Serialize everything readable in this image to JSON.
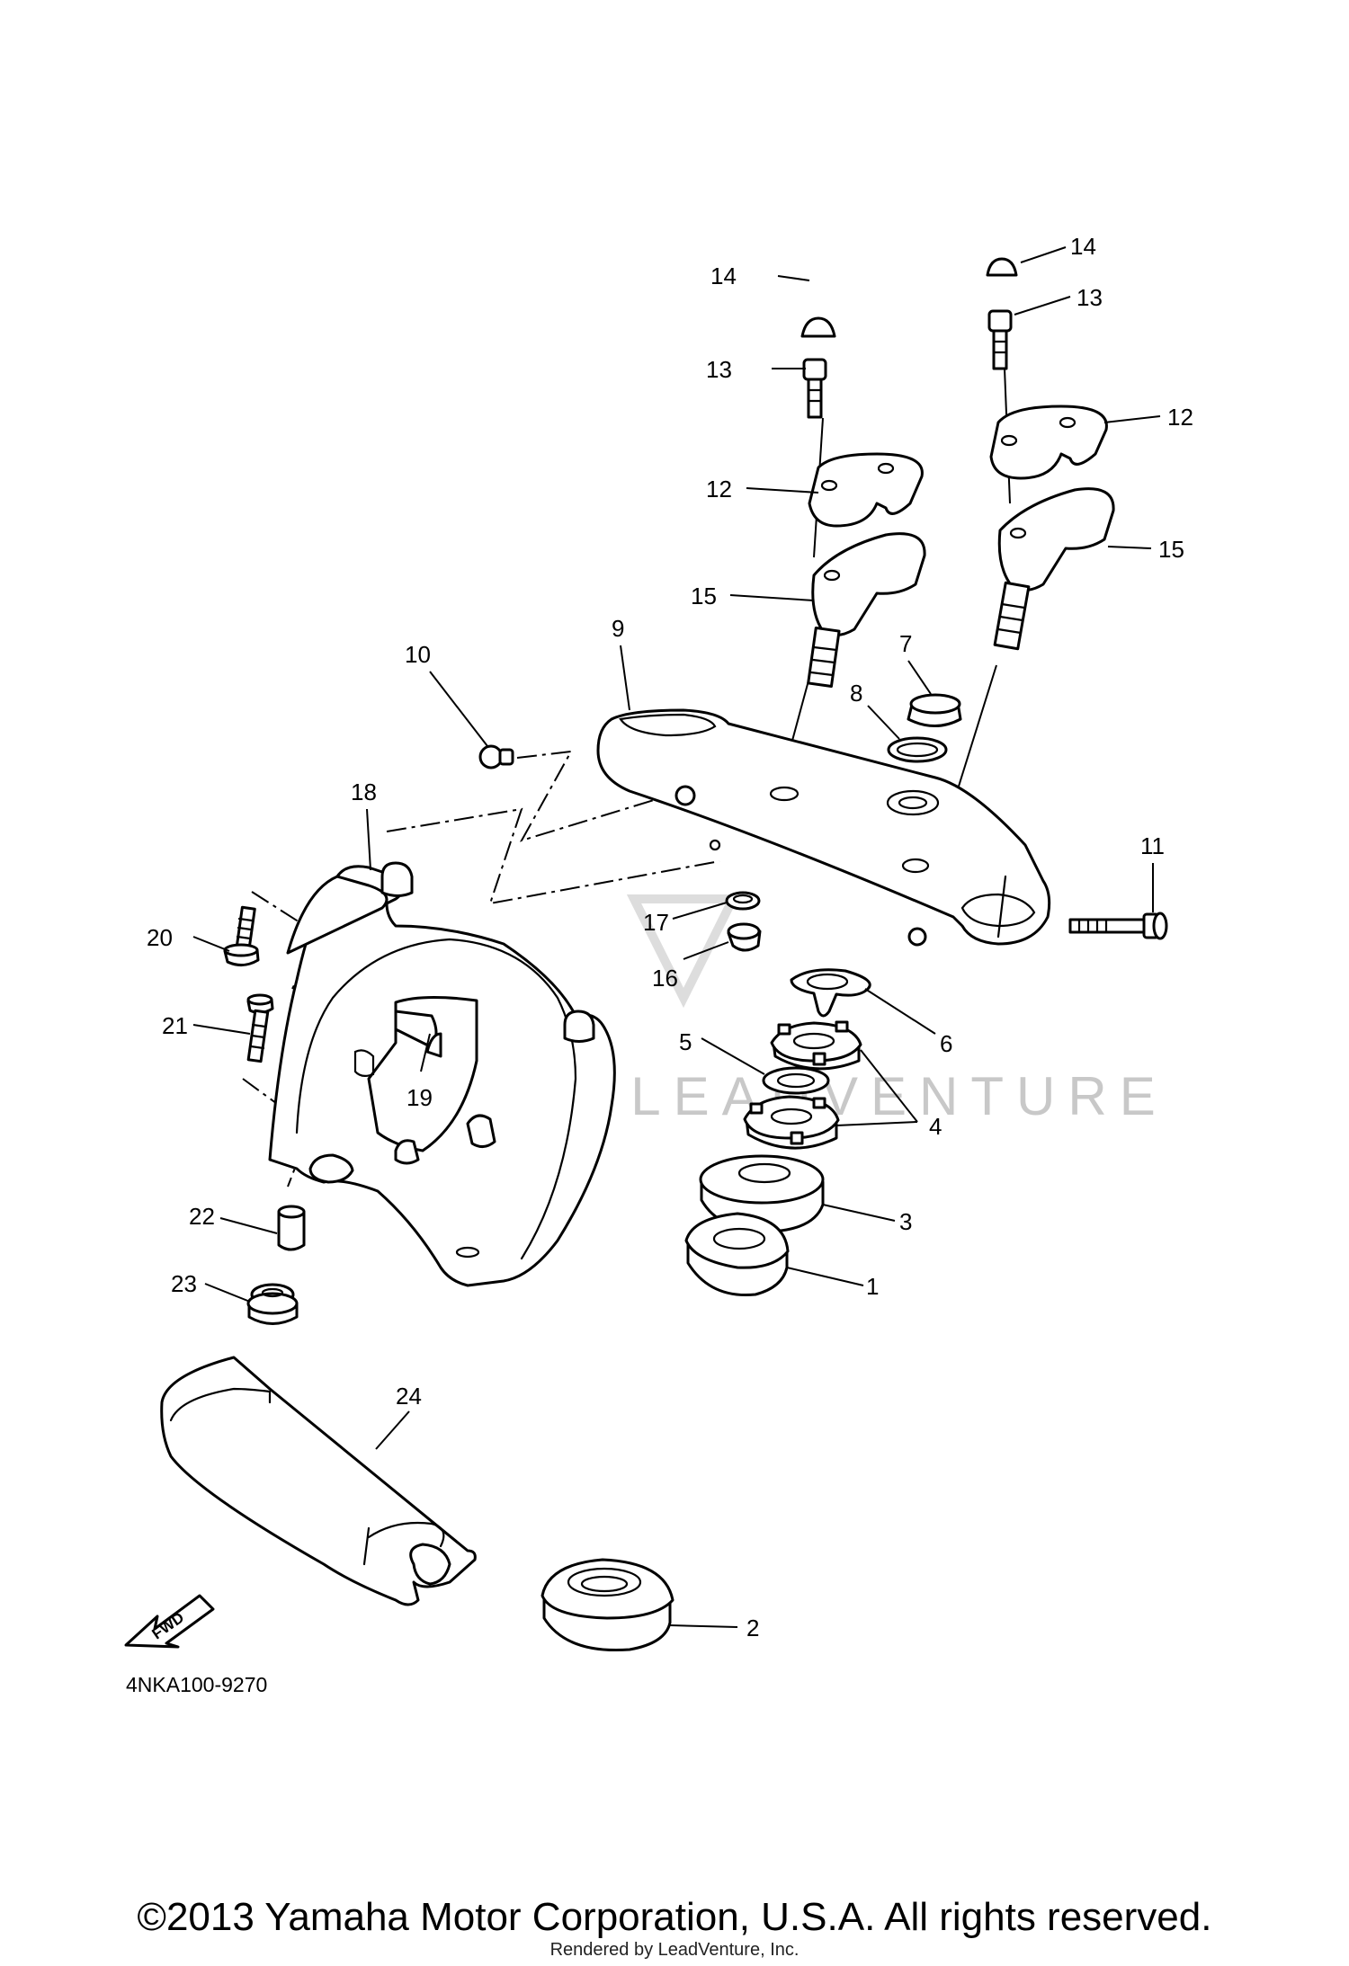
{
  "diagram_code": "4NKA100-9270",
  "copyright": "©2013 Yamaha Motor Corporation, U.S.A. All rights reserved.",
  "rendered_by": "Rendered by LeadVenture, Inc.",
  "watermark": "LEADVENTURE",
  "fwd_label": "FWD",
  "callouts": {
    "p1": "1",
    "p2": "2",
    "p3": "3",
    "p4": "4",
    "p5": "5",
    "p6": "6",
    "p7": "7",
    "p8": "8",
    "p9": "9",
    "p10": "10",
    "p11": "11",
    "p12a": "12",
    "p12b": "12",
    "p13a": "13",
    "p13b": "13",
    "p14a": "14",
    "p14b": "14",
    "p15a": "15",
    "p15b": "15",
    "p16": "16",
    "p17": "17",
    "p18": "18",
    "p19": "19",
    "p20": "20",
    "p21": "21",
    "p22": "22",
    "p23": "23",
    "p24": "24"
  }
}
